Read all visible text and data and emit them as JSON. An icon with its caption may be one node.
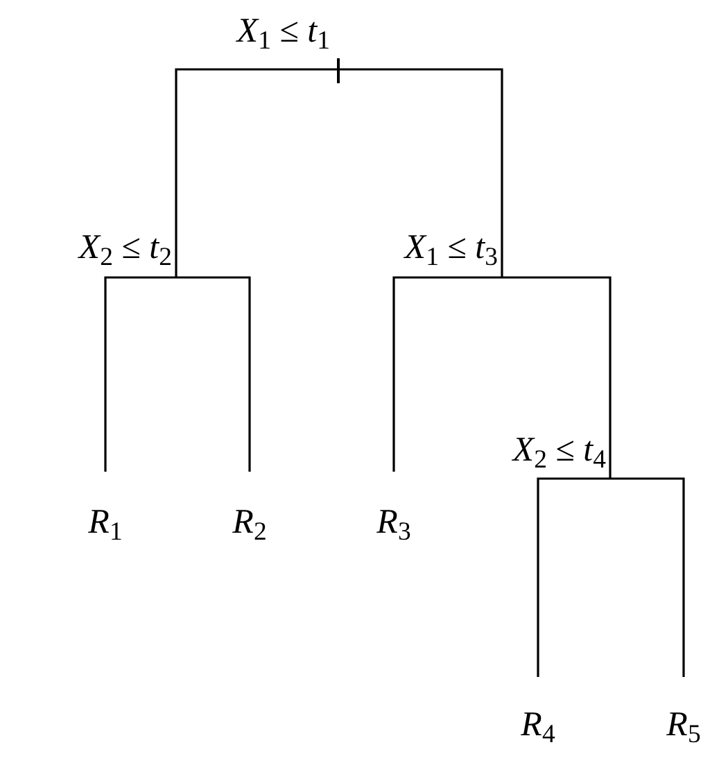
{
  "diagram": {
    "nodes": [
      {
        "text": [
          "*X*$_{1}$ ≤ *t*$_{1}$"
        ]
      },
      {
        "text": [
          "*X*$_{2}$ ≤ *t*$_{2}$"
        ]
      },
      {
        "text": [
          "*X*$_{1}$ ≤ *t*$_{3}$"
        ]
      },
      {
        "text": [
          "*R*$_{1}$"
        ]
      },
      {
        "text": [
          "*R*$_{2}$"
        ]
      },
      {
        "text": [
          "*R*$_{3}$"
        ]
      },
      {
        "text": [
          "*X*$_{2}$ ≤ *t*$_{4}$"
        ]
      },
      {
        "text": [
          "*R*$_{4}$"
        ]
      },
      {
        "text": [
          "*R*$_{5}$"
        ]
      }
    ],
    "edges": [
      {
        "from": 0,
        "to": 1,
        "arrow": "none"
      },
      {
        "from": 0,
        "to": 2,
        "arrow": "none"
      },
      {
        "from": 1,
        "to": 3,
        "arrow": "none"
      },
      {
        "from": 1,
        "to": 4,
        "arrow": "none"
      },
      {
        "from": 2,
        "to": 5,
        "arrow": "none"
      },
      {
        "from": 2,
        "to": 6,
        "arrow": "none"
      },
      {
        "from": 6,
        "to": 7,
        "arrow": "none"
      },
      {
        "from": 6,
        "to": 8,
        "arrow": "none"
      }
    ]
  }
}
